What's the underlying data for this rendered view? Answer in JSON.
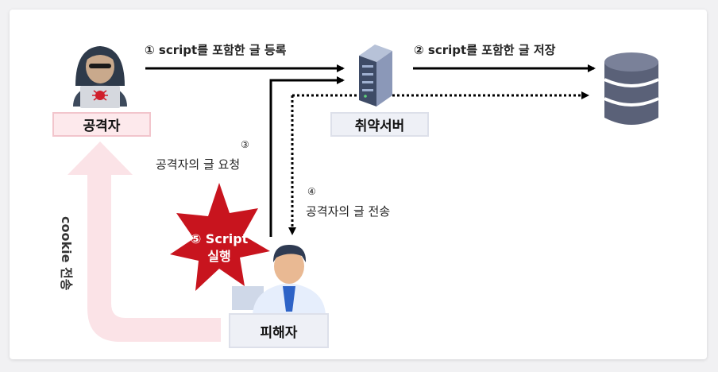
{
  "steps": {
    "s1": "① script를 포함한 글 등록",
    "s2": "② script를 포함한 글 저장",
    "s3_num": "③",
    "s3_text": "공격자의 글 요청",
    "s4_num": "④",
    "s4_text": "공격자의 글 전송",
    "s5_line1": "⑤ Script",
    "s5_line2": "실행"
  },
  "nodes": {
    "attacker": "공격자",
    "server": "취약서버",
    "victim": "피해자"
  },
  "cookie_label": "cookie 전송",
  "icons": {
    "attacker": "hacker-icon",
    "server": "server-icon",
    "database": "database-icon",
    "victim": "victim-user-icon",
    "burst": "explosion-burst-icon"
  },
  "colors": {
    "attacker_box": "#fde9ec",
    "node_box": "#eef0f6",
    "burst": "#c8141e",
    "cookie_arrow": "#fbe3e7",
    "db": "#5a6178"
  }
}
